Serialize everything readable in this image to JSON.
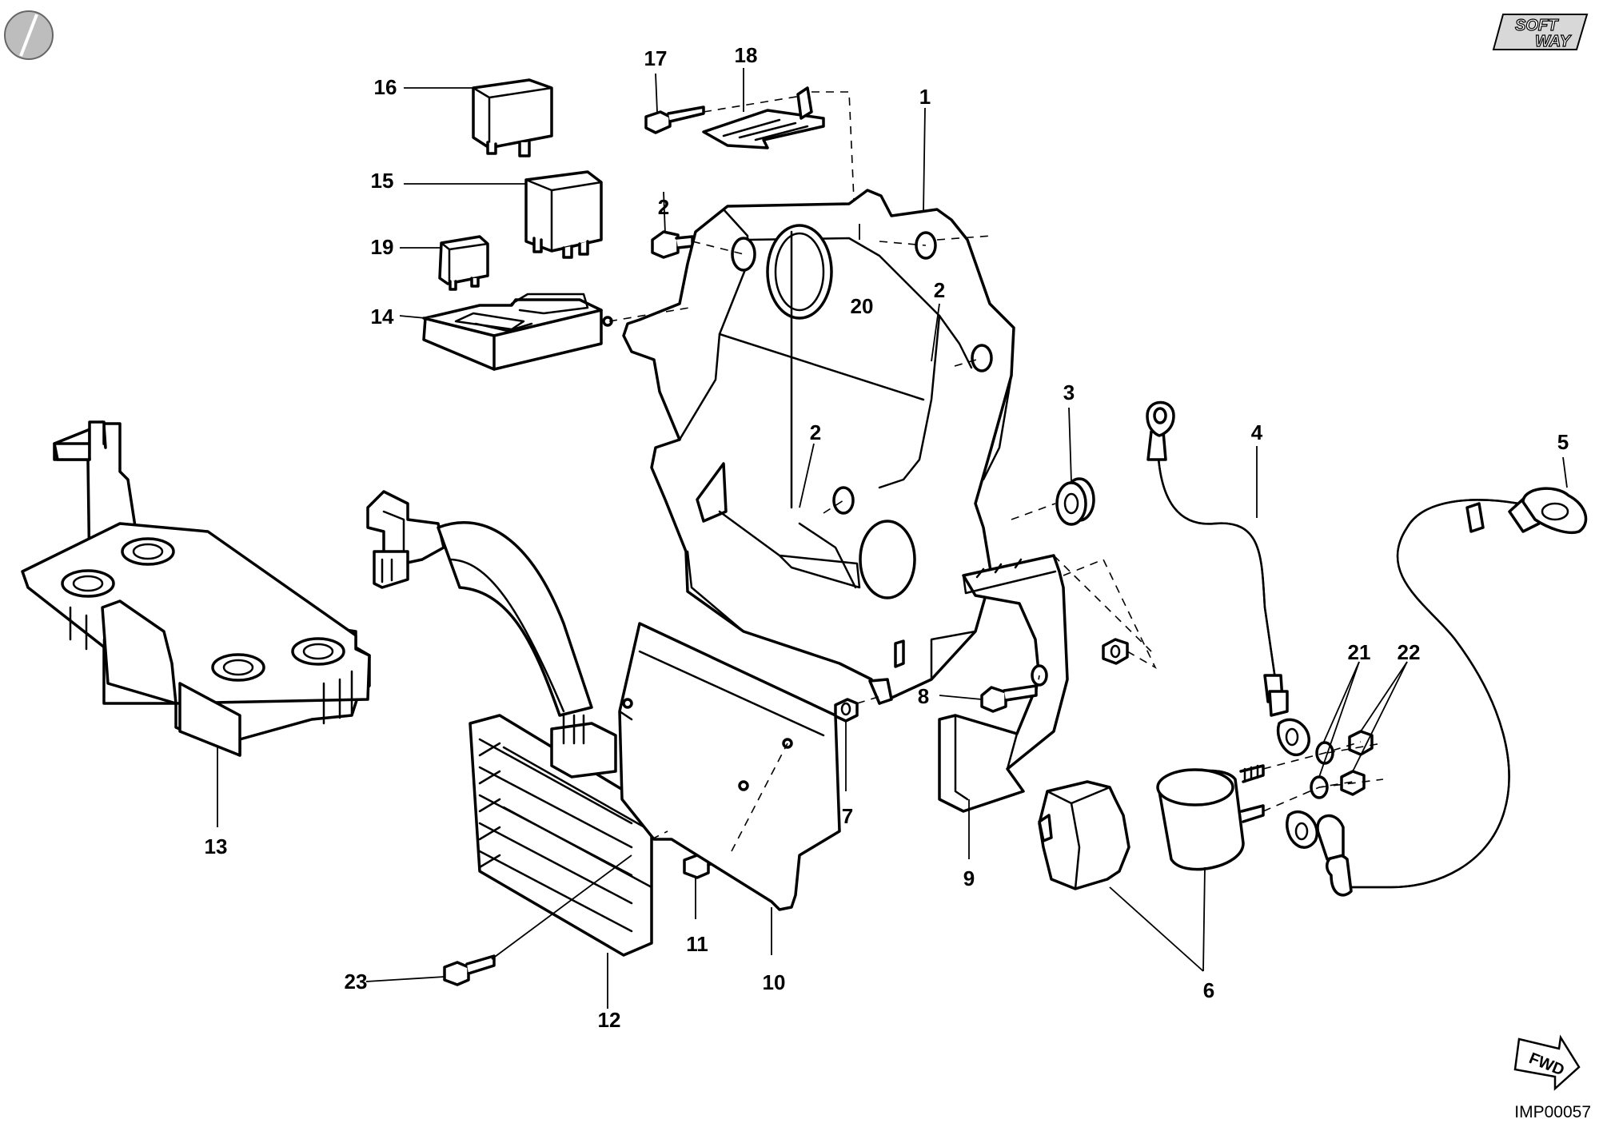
{
  "drawing_code": "IMP00057",
  "brand": {
    "line1": "SOFT",
    "line2": "WAY"
  },
  "direction_label": "FWD",
  "callouts": {
    "c1": "1",
    "c2a": "2",
    "c2b": "2",
    "c2c": "2",
    "c3": "3",
    "c4": "4",
    "c5": "5",
    "c6": "6",
    "c7": "7",
    "c8": "8",
    "c9": "9",
    "c10": "10",
    "c11": "11",
    "c12": "12",
    "c13": "13",
    "c14": "14",
    "c15": "15",
    "c16": "16",
    "c17": "17",
    "c18": "18",
    "c19": "19",
    "c20": "20",
    "c21": "21",
    "c22": "22",
    "c23": "23"
  }
}
